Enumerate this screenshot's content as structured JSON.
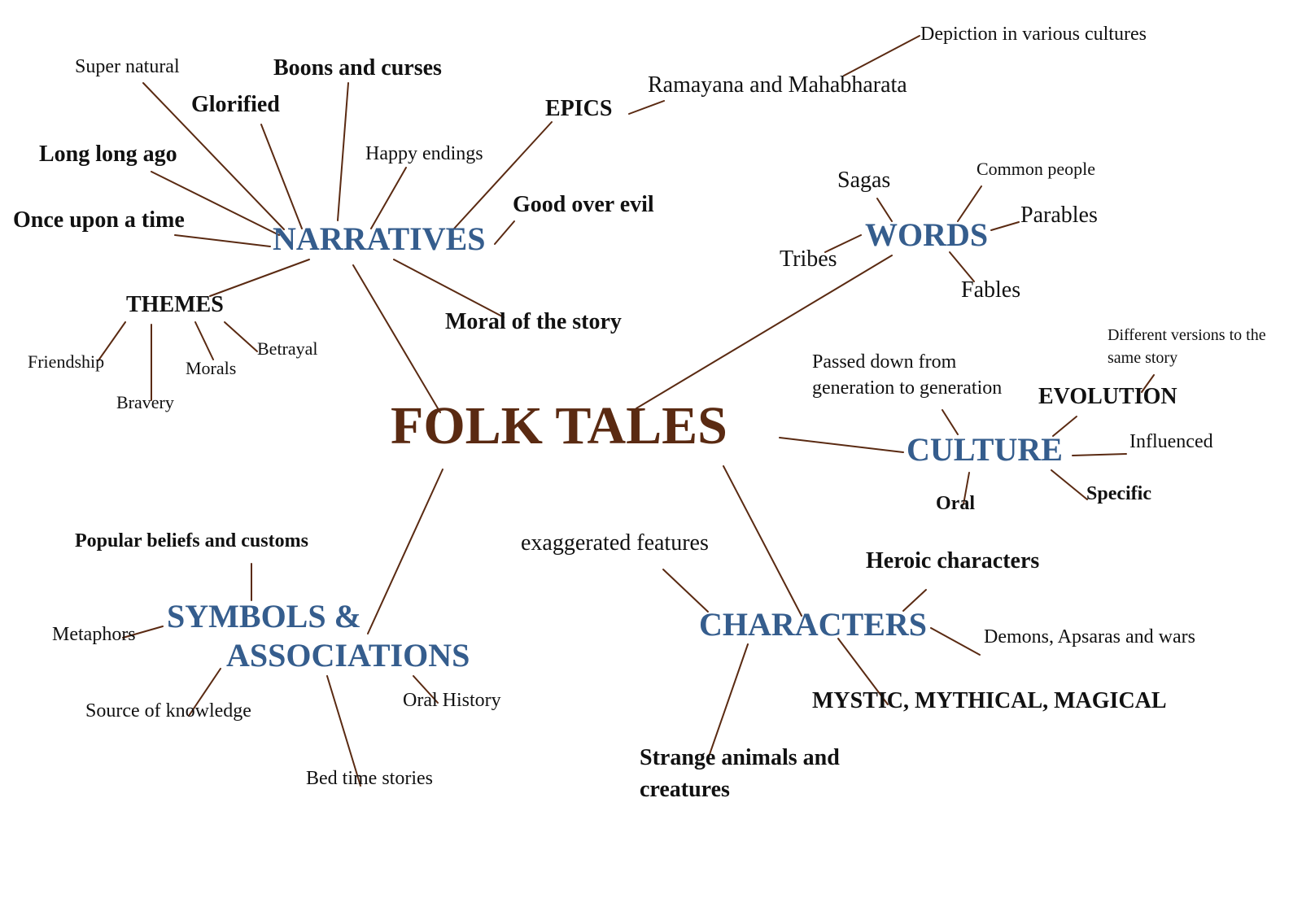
{
  "colors": {
    "line": "#5a2a12",
    "hub": "#355d8d",
    "center": "#5a2a12",
    "text": "#111111"
  },
  "center": "FOLK TALES",
  "hubs": {
    "narratives": "NARRATIVES",
    "words": "WORDS",
    "culture": "CULTURE",
    "symbols_line1": "SYMBOLS &",
    "symbols_line2": "ASSOCIATIONS",
    "characters": "CHARACTERS"
  },
  "narratives": {
    "super_natural": "Super natural",
    "boons_curses": "Boons and curses",
    "glorified": "Glorified",
    "long_ago": "Long long ago",
    "once_upon": "Once upon a time",
    "happy_endings": "Happy endings",
    "epics": "EPICS",
    "good_over_evil": "Good over evil",
    "moral": "Moral of the story",
    "themes": "THEMES"
  },
  "epics": {
    "ramayana": "Ramayana and Mahabharata",
    "depiction": "Depiction in various cultures"
  },
  "themes": {
    "friendship": "Friendship",
    "bravery": "Bravery",
    "morals": "Morals",
    "betrayal": "Betrayal"
  },
  "words": {
    "sagas": "Sagas",
    "common_people": "Common people",
    "parables": "Parables",
    "tribes": "Tribes",
    "fables": "Fables"
  },
  "culture": {
    "passed_down_1": "Passed down from",
    "passed_down_2": "generation to generation",
    "evolution": "EVOLUTION",
    "different_versions_1": "Different versions to the",
    "different_versions_2": "same story",
    "influenced": "Influenced",
    "oral": "Oral",
    "specific": "Specific"
  },
  "symbols": {
    "popular_beliefs": "Popular beliefs and customs",
    "metaphors": "Metaphors",
    "source_knowledge": "Source of knowledge",
    "bed_time": "Bed time stories",
    "oral_history": "Oral History"
  },
  "characters": {
    "exaggerated": "exaggerated features",
    "heroic": "Heroic characters",
    "demons": "Demons, Apsaras and wars",
    "mystic": "MYSTIC, MYTHICAL, MAGICAL",
    "strange_1": "Strange animals and",
    "strange_2": "creatures"
  }
}
